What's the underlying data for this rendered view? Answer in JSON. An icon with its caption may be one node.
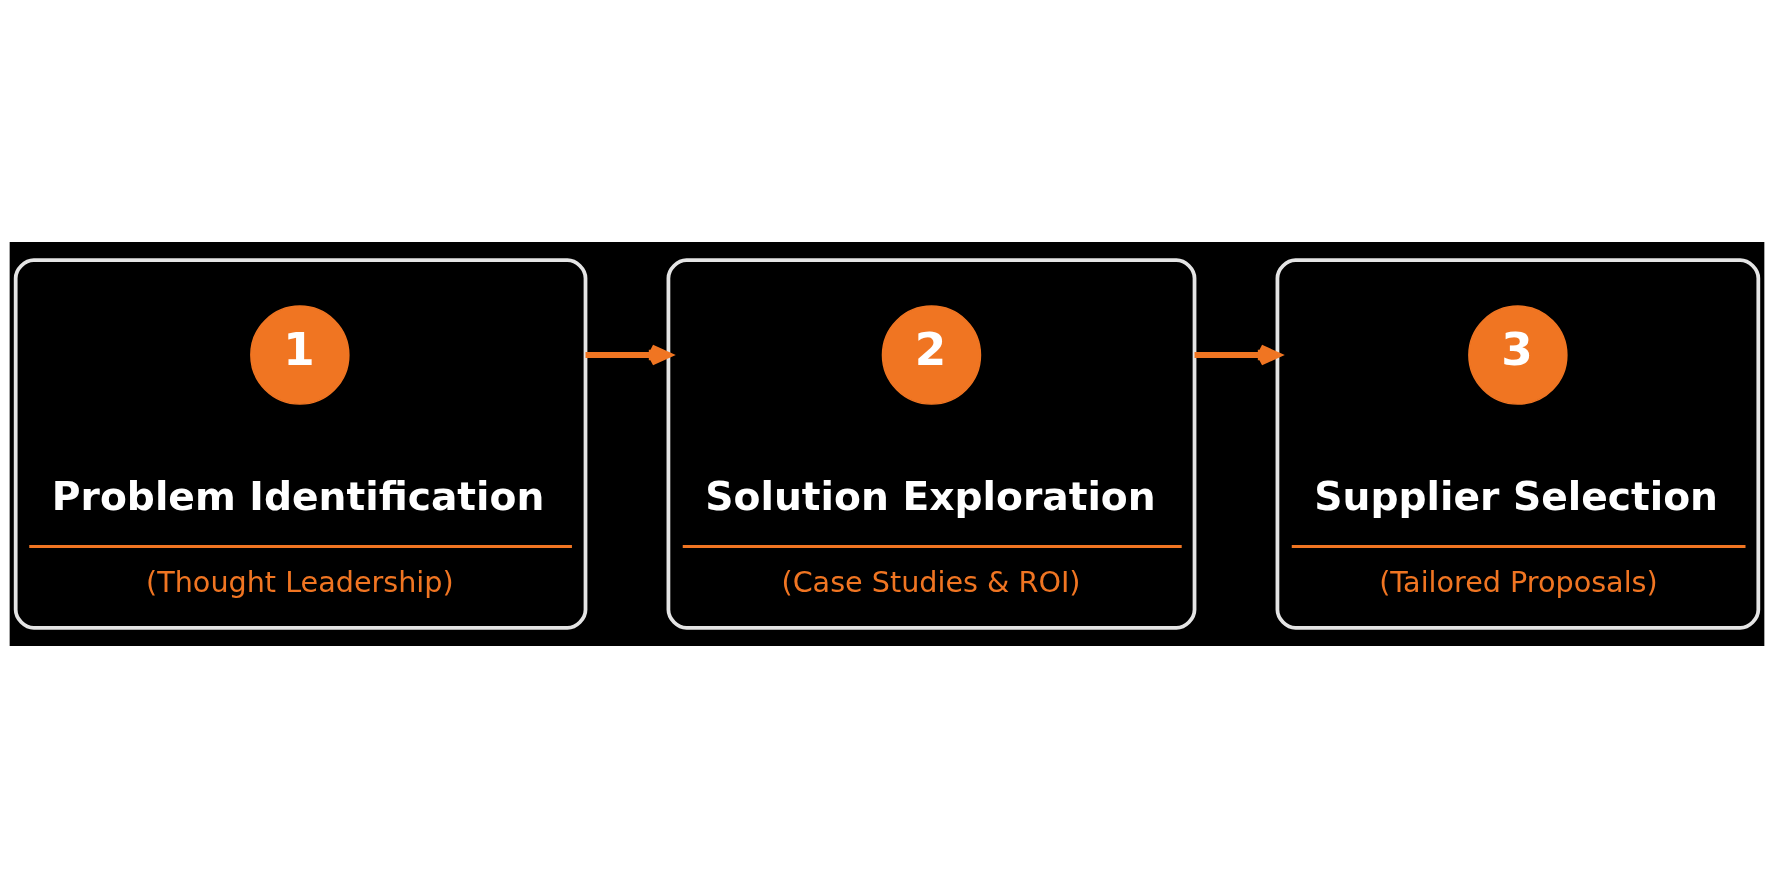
{
  "diagram": {
    "nodes": [
      {
        "text": [
          "Problem Identification",
          "(Thought Leadership)"
        ]
      },
      {
        "text": [
          "1"
        ],
        "in": 0
      },
      {
        "text": [
          "Solution Exploration",
          "(Case Studies & ROI)"
        ]
      },
      {
        "text": [
          "2"
        ],
        "in": 2
      },
      {
        "text": [
          "Supplier Selection",
          "(Tailored Proposals)"
        ]
      },
      {
        "text": [
          "3"
        ],
        "in": 4
      }
    ],
    "edges": [
      {
        "from": 0,
        "to": 2,
        "arrow": "to"
      },
      {
        "from": 2,
        "to": 4,
        "arrow": "to"
      }
    ]
  }
}
